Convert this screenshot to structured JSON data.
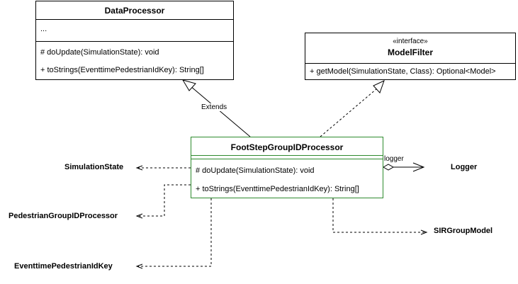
{
  "classes": {
    "data_processor": {
      "name": "DataProcessor",
      "attributes": "...",
      "methods": [
        "# doUpdate(SimulationState): void",
        "+ toStrings(EventtimePedestrianIdKey): String[]"
      ]
    },
    "model_filter": {
      "stereotype": "«interface»",
      "name": "ModelFilter",
      "methods": [
        "+ getModel(SimulationState, Class): Optional<Model>"
      ]
    },
    "foot_step_group_id_processor": {
      "name": "FootStepGroupIDProcessor",
      "methods": [
        "# doUpdate(SimulationState): void",
        "+ toStrings(EventtimePedestrianIdKey): String[]"
      ]
    }
  },
  "external_types": {
    "simulation_state": "SimulationState",
    "pedestrian_group_id_processor": "PedestrianGroupIDProcessor",
    "eventtime_pedestrian_id_key": "EventtimePedestrianIdKey",
    "logger": "Logger",
    "sir_group_model": "SIRGroupModel"
  },
  "edge_labels": {
    "extends": "Extends",
    "logger": "logger"
  },
  "colors": {
    "line": "#000000",
    "highlight_border": "#2e8b2e"
  }
}
